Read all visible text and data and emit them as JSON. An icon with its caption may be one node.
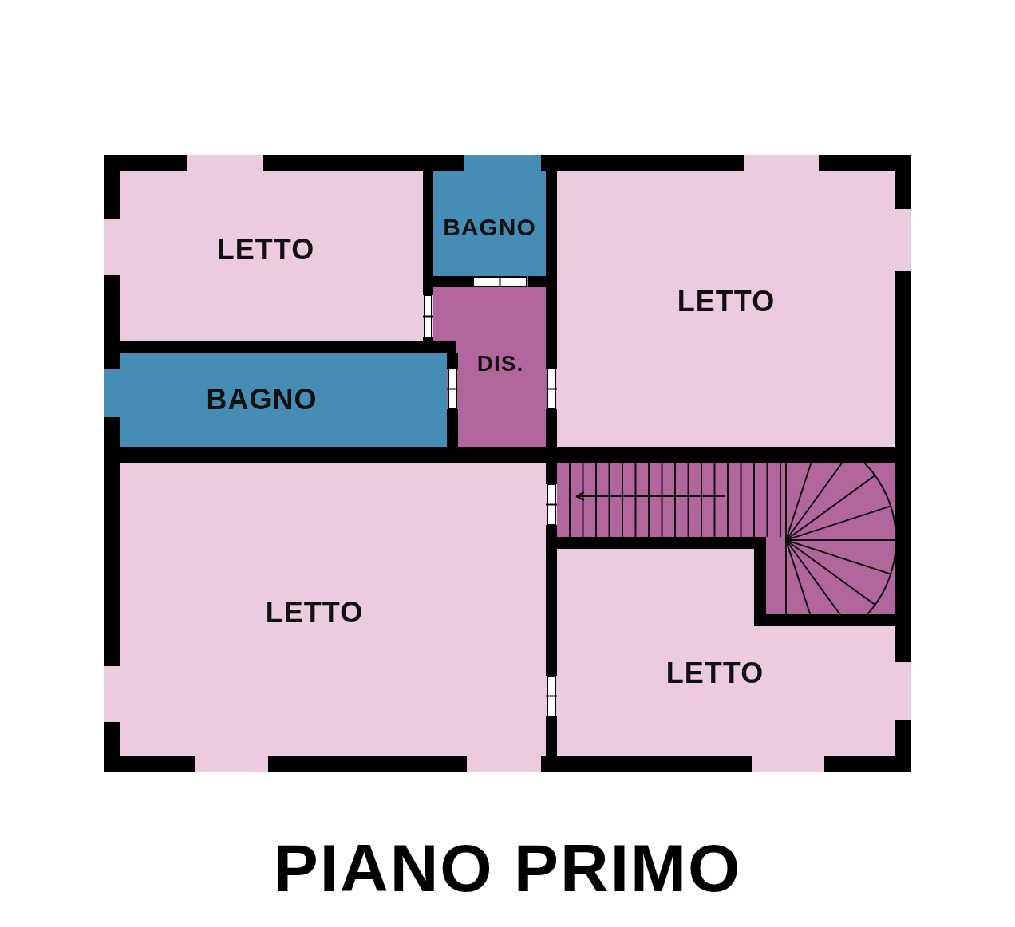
{
  "diagram": {
    "title": "PIANO PRIMO",
    "nodes": [
      {
        "text": [
          "LETTO"
        ]
      },
      {
        "text": [
          "BAGNO"
        ]
      },
      {
        "text": [
          "LETTO"
        ]
      },
      {
        "text": [
          "DIS."
        ]
      },
      {
        "text": [
          "BAGNO"
        ]
      },
      {
        "text": [
          "LETTO"
        ]
      },
      {
        "text": [
          "LETTO"
        ]
      }
    ]
  }
}
